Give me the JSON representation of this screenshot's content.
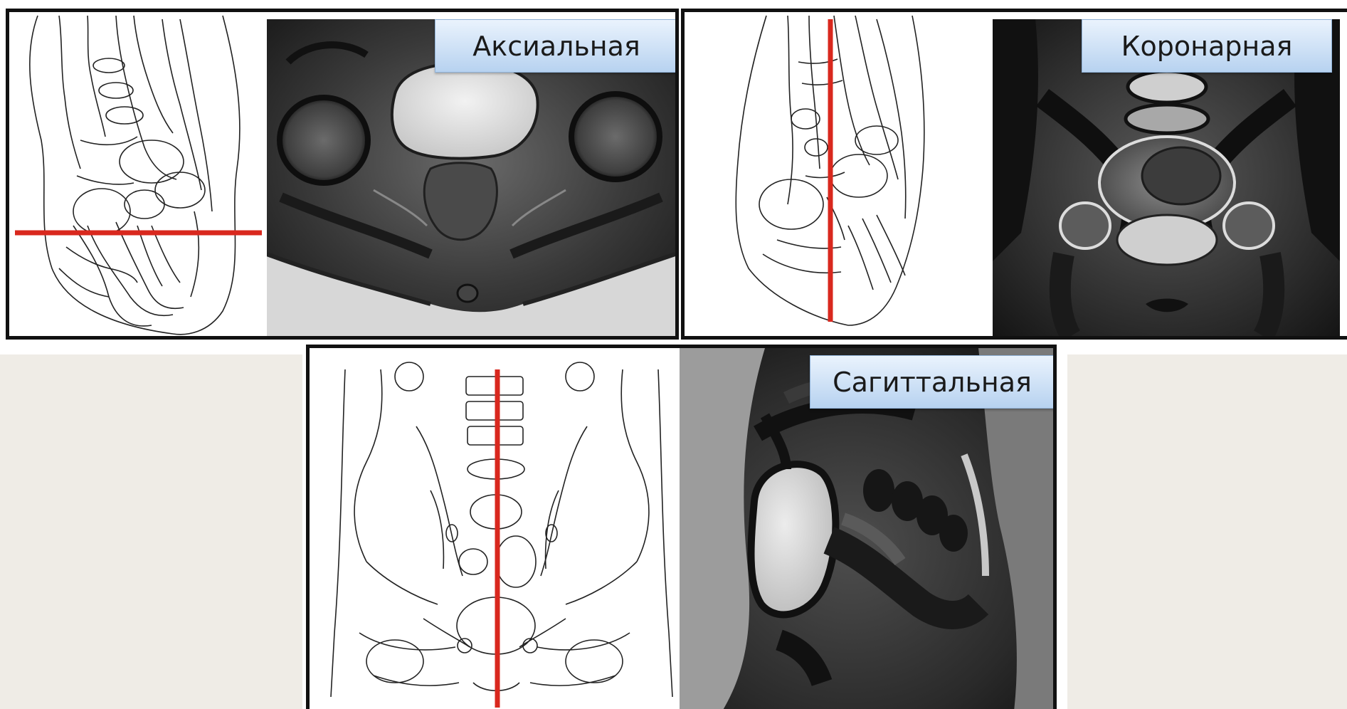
{
  "figure": {
    "panels": [
      {
        "id": "axial",
        "label": "Аксиальная",
        "cut_line": "horizontal",
        "cut_color": "#d9281e",
        "diagram_view": "sagittal-pelvis-sketch",
        "mri_view": "axial-mri"
      },
      {
        "id": "coronal",
        "label": "Коронарная",
        "cut_line": "vertical",
        "cut_color": "#d9281e",
        "diagram_view": "sagittal-pelvis-sketch",
        "mri_view": "coronal-mri"
      },
      {
        "id": "sagittal",
        "label": "Сагиттальная",
        "cut_line": "vertical",
        "cut_color": "#d9281e",
        "diagram_view": "frontal-pelvis-sketch",
        "mri_view": "sagittal-mri"
      }
    ],
    "colors": {
      "panel_border": "#111111",
      "label_gradient_top": "#eaf3fd",
      "label_gradient_bottom": "#b7d2f0",
      "background": "#efece6"
    }
  }
}
